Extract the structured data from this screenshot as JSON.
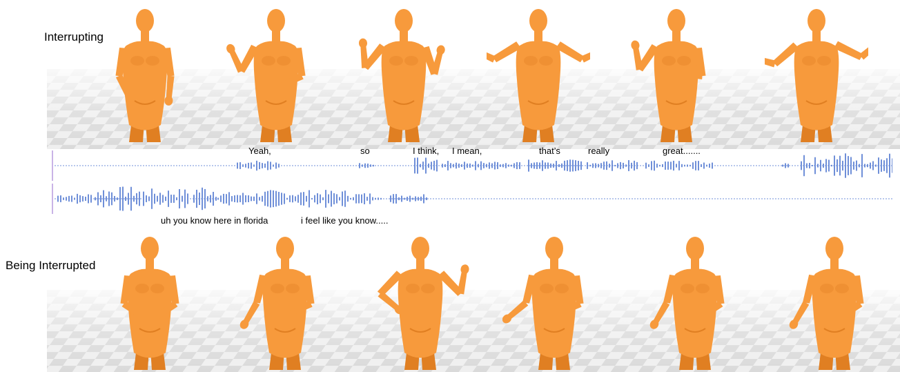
{
  "top_row": {
    "label": "Interrupting",
    "figure_count": 6
  },
  "bottom_row": {
    "label": "Being Interrupted",
    "figure_count": 6
  },
  "words": [
    "Yeah,",
    "so",
    "I think,",
    "I mean,",
    "that’s",
    "really",
    "great......."
  ],
  "caption": "uh you know here in florida",
  "caption2": "i feel like you know.....",
  "colors": {
    "figure": "#f79a3c",
    "figure_shade": "#e07f22",
    "waveform": "#6f8fd8",
    "cursor": "#c9b3e6",
    "floor_light": "#ededed",
    "floor_dark": "#d6d6d6"
  }
}
